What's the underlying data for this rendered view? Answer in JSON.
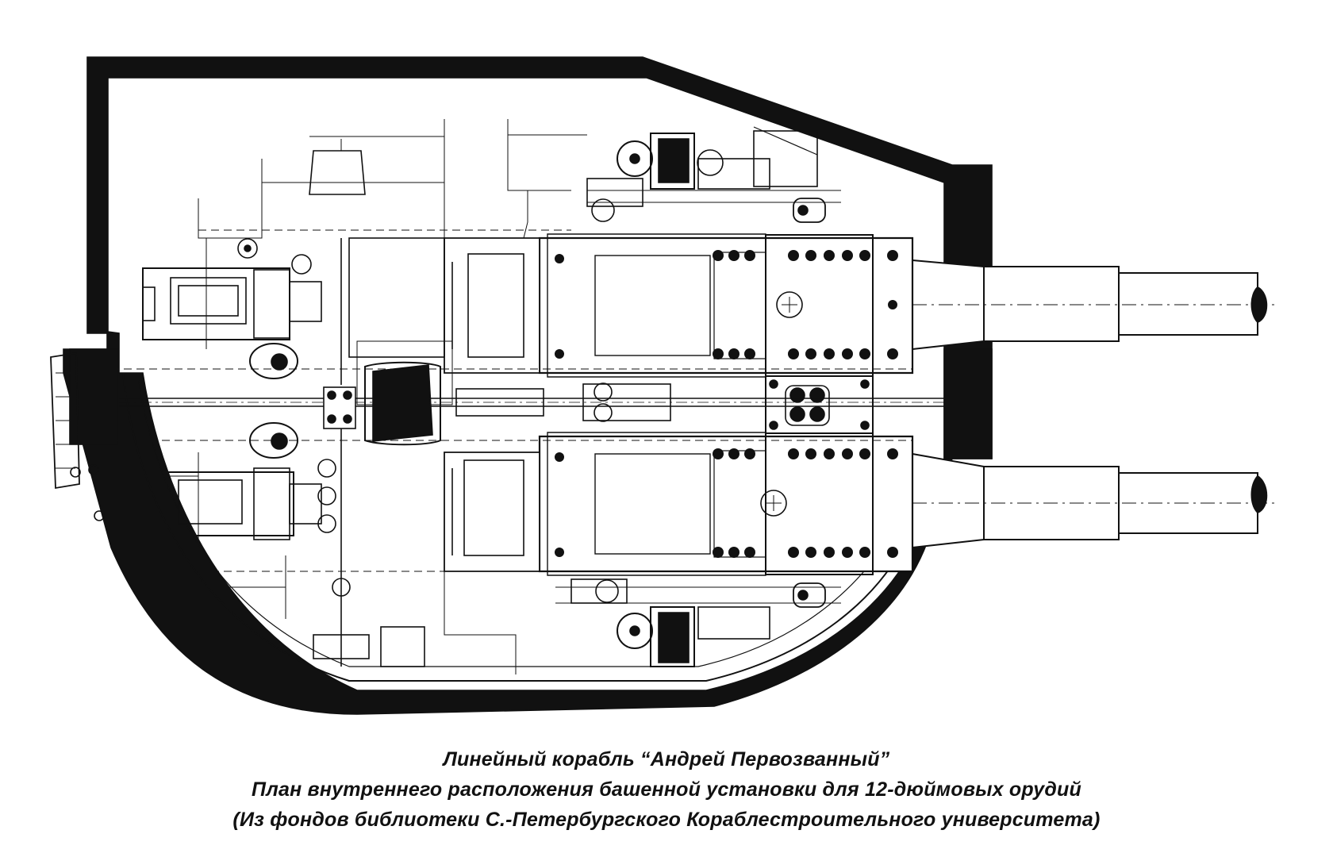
{
  "caption": {
    "line1": "Линейный  корабль  “Андрей  Первозванный”",
    "line2": "План внутреннего расположения башенной установки для 12-дюймовых орудий",
    "line3": "(Из фондов библиотеки С.-Петербургского Кораблестроительного университета)"
  },
  "colors": {
    "ink": "#111111",
    "paper": "#ffffff"
  }
}
